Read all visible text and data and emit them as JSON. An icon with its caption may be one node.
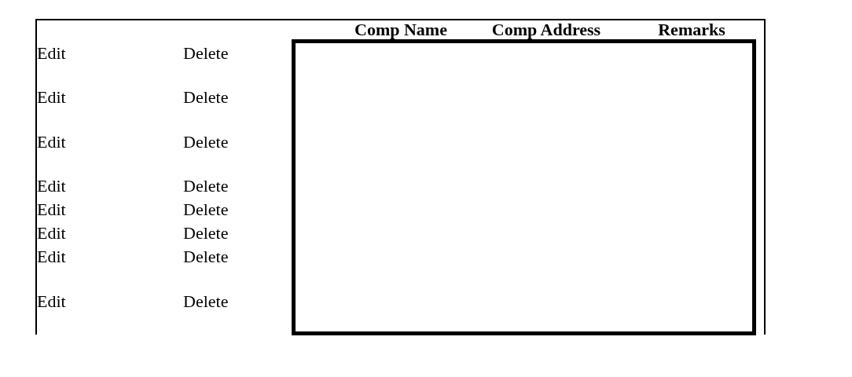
{
  "diagram": {
    "nodes": [
      {
        "text": [],
        "shape": "box"
      }
    ],
    "labels": [
      "Comp Name",
      "Comp Address",
      "Remarks",
      "Edit",
      "Delete",
      "Edit",
      "Delete",
      "Edit",
      "Delete",
      "Edit",
      "Delete",
      "Edit",
      "Delete",
      "Edit",
      "Delete",
      "Edit",
      "Delete",
      "Edit",
      "Delete"
    ]
  }
}
